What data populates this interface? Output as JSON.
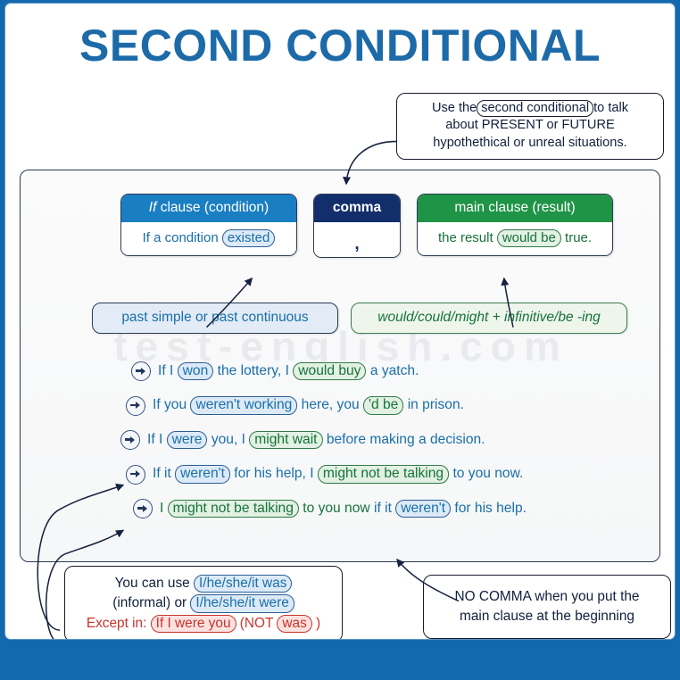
{
  "title": "SECOND CONDITIONAL",
  "watermark": "test-english.com",
  "colors": {
    "frame_blue": "#1469ae",
    "title_blue": "#1d6aa8",
    "if_header": "#1a7ec2",
    "comma_header": "#132f6b",
    "main_header": "#1f9447",
    "blue_text": "#1a6fa8",
    "green_text": "#17723a",
    "red_text": "#c9332c"
  },
  "callout_top": {
    "pre": "Use the",
    "token": "second conditional",
    "post": "to talk",
    "line2": "about PRESENT or FUTURE",
    "line3": "hypothethical or unreal situations."
  },
  "structure": {
    "if_clause": {
      "header_italic": "If",
      "header_rest": " clause (condition)",
      "body_pre": "If a condition ",
      "body_token": "existed"
    },
    "comma": {
      "header": "comma",
      "body": ","
    },
    "main_clause": {
      "header": "main clause (result)",
      "body_pre": "the result ",
      "body_token": "would be",
      "body_post": " true."
    }
  },
  "formulas": {
    "left": "past simple or past continuous",
    "right": "would/could/might + infinitive/be -ing"
  },
  "examples": [
    {
      "parts": [
        {
          "t": "If I ",
          "k": "plain"
        },
        {
          "t": "won",
          "k": "blue"
        },
        {
          "t": " the lottery, I ",
          "k": "plain"
        },
        {
          "t": "would buy",
          "k": "green"
        },
        {
          "t": " a yatch.",
          "k": "plain"
        }
      ]
    },
    {
      "parts": [
        {
          "t": "If you ",
          "k": "plain"
        },
        {
          "t": "weren't working",
          "k": "blue"
        },
        {
          "t": " here, you ",
          "k": "plain"
        },
        {
          "t": "'d be",
          "k": "green"
        },
        {
          "t": " in prison.",
          "k": "plain"
        }
      ]
    },
    {
      "parts": [
        {
          "t": "If I ",
          "k": "plain"
        },
        {
          "t": "were",
          "k": "blue"
        },
        {
          "t": " you, I ",
          "k": "plain"
        },
        {
          "t": "might wait",
          "k": "green"
        },
        {
          "t": " before making a decision.",
          "k": "plain"
        }
      ]
    },
    {
      "parts": [
        {
          "t": "If it ",
          "k": "plain"
        },
        {
          "t": "weren't",
          "k": "blue"
        },
        {
          "t": " for his help, I ",
          "k": "plain"
        },
        {
          "t": "might not be talking",
          "k": "green"
        },
        {
          "t": " to you now.",
          "k": "plain"
        }
      ]
    },
    {
      "parts": [
        {
          "t": "I ",
          "k": "green-plain"
        },
        {
          "t": "might not be talking",
          "k": "green"
        },
        {
          "t": " to you now ",
          "k": "green-plain"
        },
        {
          "t": "if it ",
          "k": "plain"
        },
        {
          "t": "weren't",
          "k": "blue"
        },
        {
          "t": " for his help.",
          "k": "plain"
        }
      ]
    }
  ],
  "note_left": {
    "l1_pre": "You can use ",
    "l1_token": "I/he/she/it was",
    "l2_pre": "(informal) or ",
    "l2_token": "I/he/she/it were",
    "l3_pre": "Except in: ",
    "l3_token1": "If I were you",
    "l3_mid": " (NOT ",
    "l3_token2": "was",
    "l3_post": " )"
  },
  "note_right": {
    "line1": "NO COMMA when you put the",
    "line2": "main clause at the beginning"
  }
}
